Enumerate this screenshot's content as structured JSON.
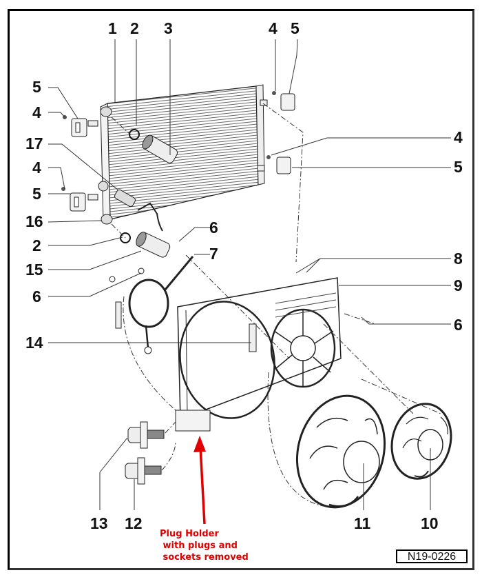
{
  "diagram": {
    "title": "Radiator and cooling fan assembly (exploded view)",
    "reference_code": "N19-0226",
    "annotation": {
      "text": "Plug Holder\n with plugs and\n sockets removed",
      "color": "#e00000"
    },
    "callouts": [
      {
        "id": "c1",
        "label": "1"
      },
      {
        "id": "c2a",
        "label": "2"
      },
      {
        "id": "c3",
        "label": "3"
      },
      {
        "id": "c4a",
        "label": "4"
      },
      {
        "id": "c5a",
        "label": "5"
      },
      {
        "id": "c5b",
        "label": "5"
      },
      {
        "id": "c4b",
        "label": "4"
      },
      {
        "id": "c4c",
        "label": "4"
      },
      {
        "id": "c5c",
        "label": "5"
      },
      {
        "id": "c17",
        "label": "17"
      },
      {
        "id": "c4d",
        "label": "4"
      },
      {
        "id": "c5d",
        "label": "5"
      },
      {
        "id": "c16",
        "label": "16"
      },
      {
        "id": "c2b",
        "label": "2"
      },
      {
        "id": "c6a",
        "label": "6"
      },
      {
        "id": "c7",
        "label": "7"
      },
      {
        "id": "c15",
        "label": "15"
      },
      {
        "id": "c8",
        "label": "8"
      },
      {
        "id": "c6b",
        "label": "6"
      },
      {
        "id": "c9",
        "label": "9"
      },
      {
        "id": "c6c",
        "label": "6"
      },
      {
        "id": "c14",
        "label": "14"
      },
      {
        "id": "c13",
        "label": "13"
      },
      {
        "id": "c12",
        "label": "12"
      },
      {
        "id": "c11",
        "label": "11"
      },
      {
        "id": "c10",
        "label": "10"
      }
    ]
  }
}
